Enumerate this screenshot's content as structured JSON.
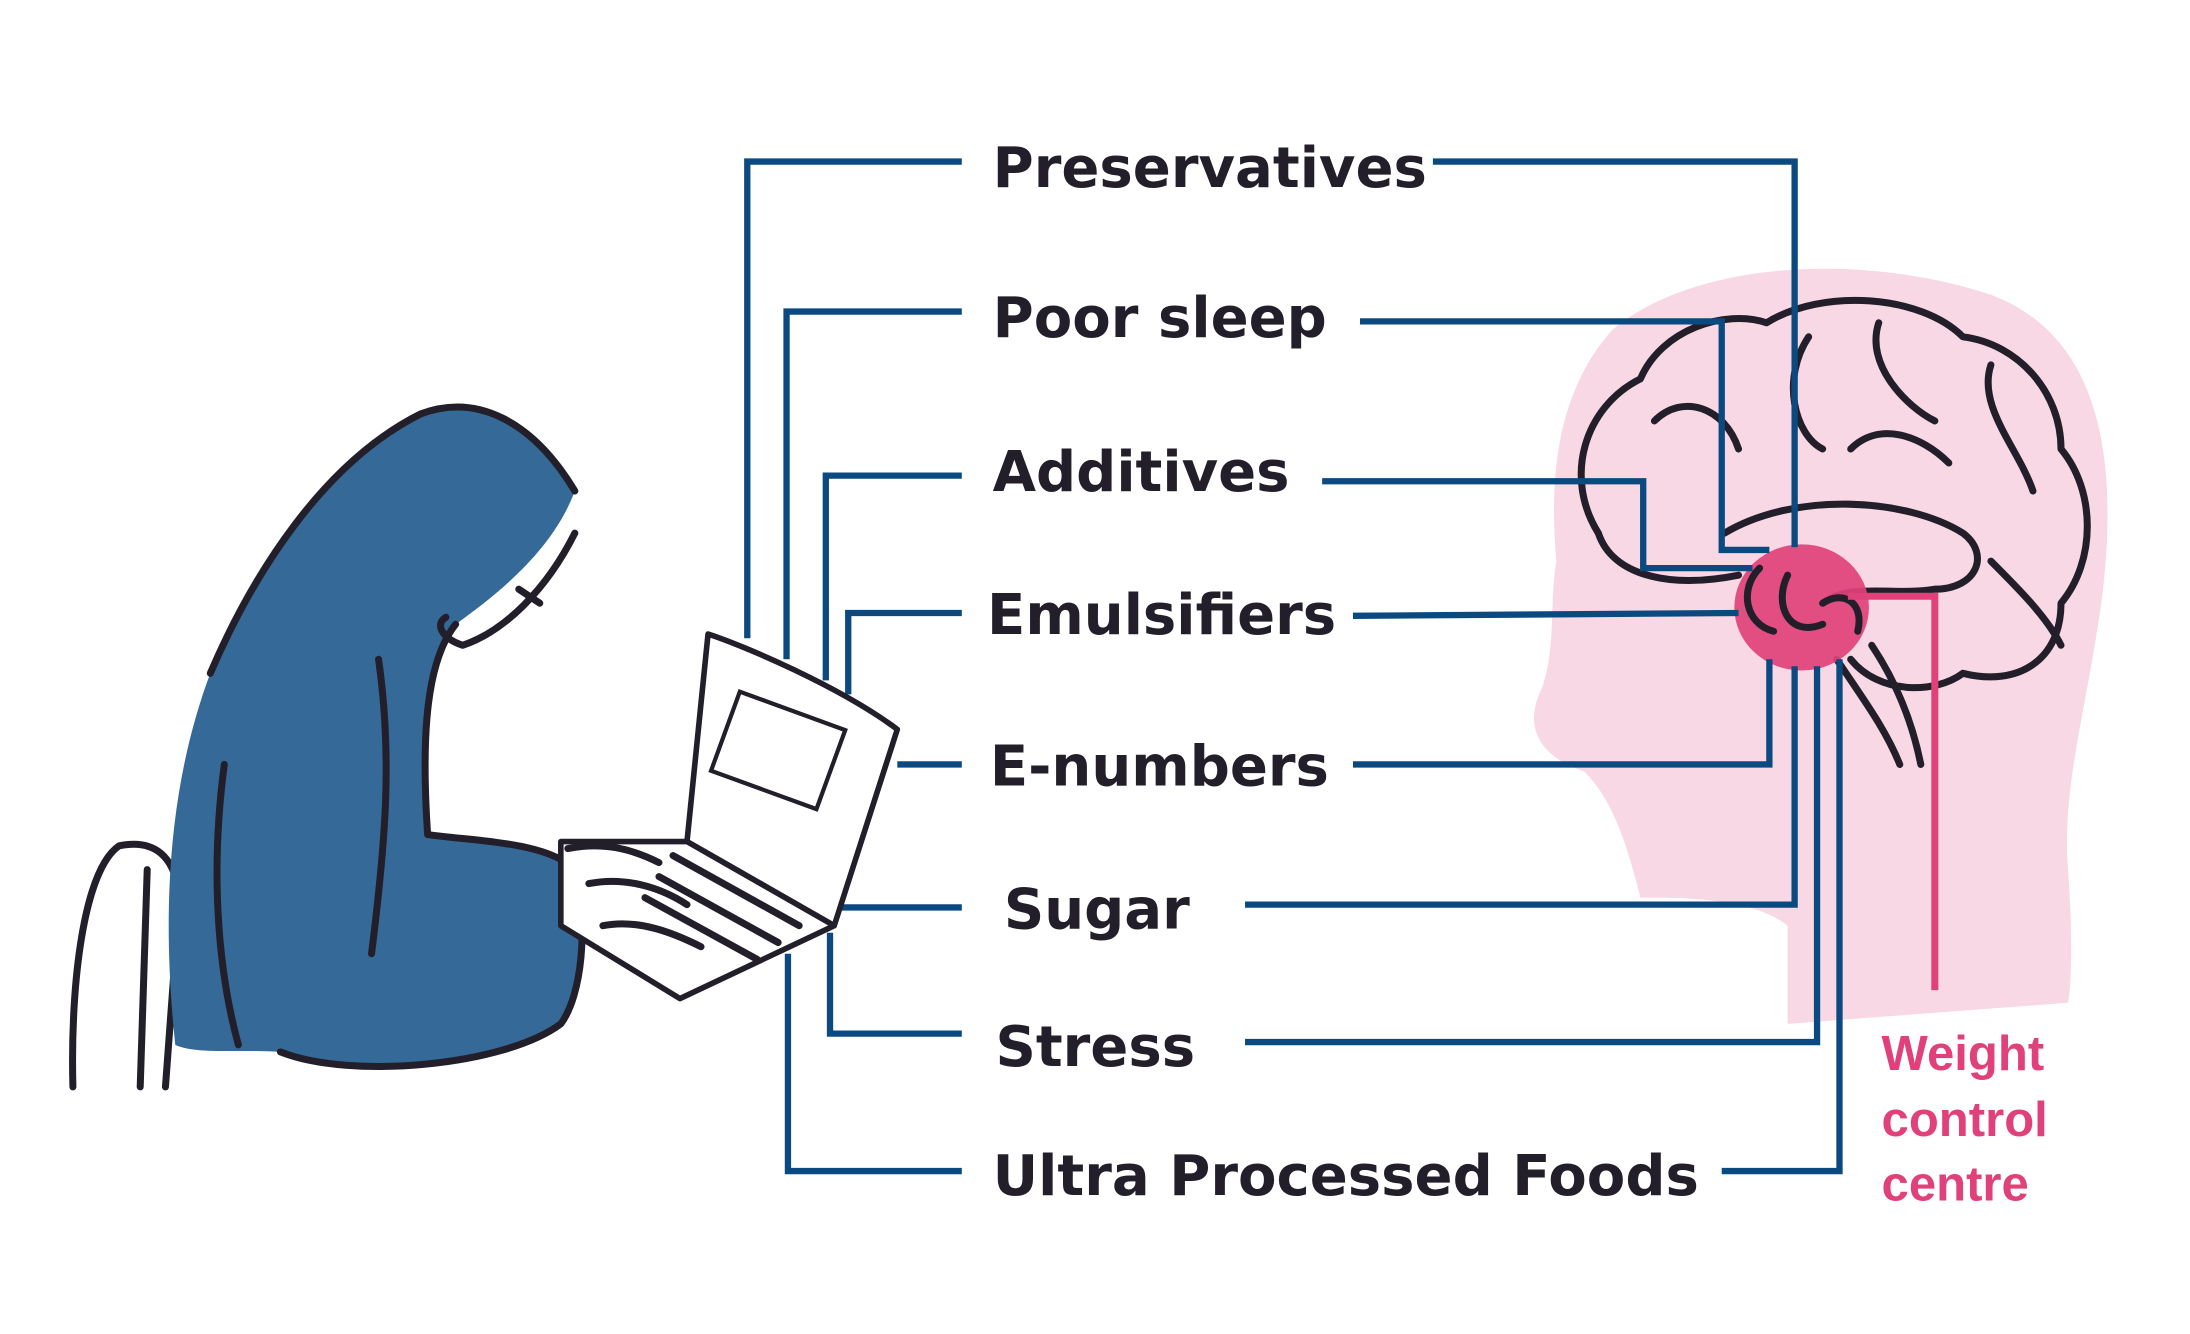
{
  "factors": [
    {
      "label": "Preservatives"
    },
    {
      "label": "Poor sleep"
    },
    {
      "label": "Additives"
    },
    {
      "label": "Emulsifiers"
    },
    {
      "label": "E-numbers"
    },
    {
      "label": "Sugar"
    },
    {
      "label": "Stress"
    },
    {
      "label": "Ultra Processed Foods"
    }
  ],
  "target": {
    "lines": [
      "Weight",
      "control",
      "centre"
    ]
  },
  "colors": {
    "connector": "#0b4a80",
    "highlight": "#e0417a",
    "head": "#f8d8e4",
    "hoodie": "#356a98",
    "ink": "#231f2a"
  }
}
